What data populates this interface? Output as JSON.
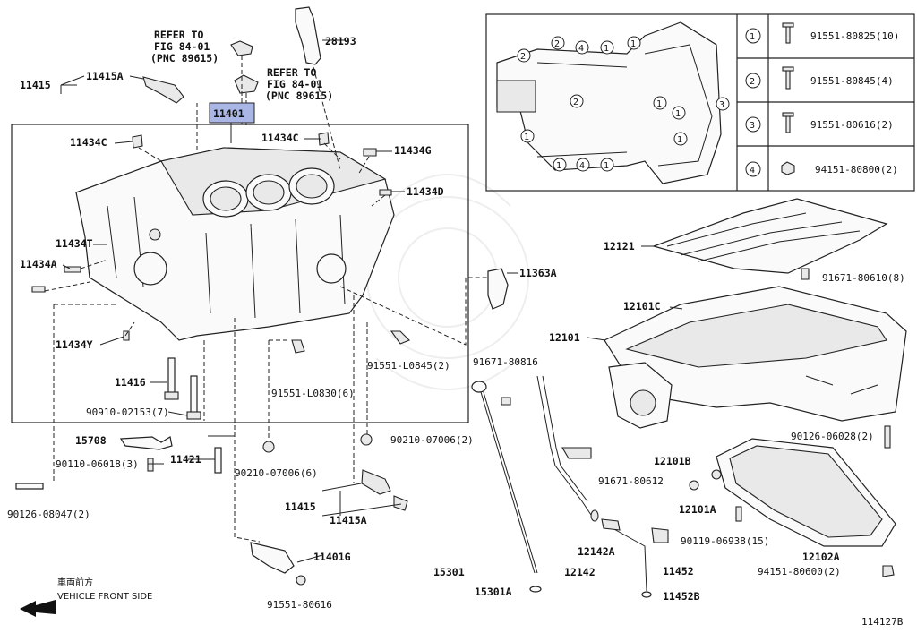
{
  "refer_upper": [
    "REFER TO",
    "FIG 84-01",
    "(PNC 89615)"
  ],
  "refer_lower": [
    "REFER TO",
    "FIG 84-01",
    "(PNC 89615)"
  ],
  "block_label": "11401",
  "labels": {
    "p28193": "28193",
    "p11415": "11415",
    "p11415A": "11415A",
    "p11434C_a": "11434C",
    "p11434C_b": "11434C",
    "p11434G": "11434G",
    "p11434D": "11434D",
    "p11434T": "11434T",
    "p11434A": "11434A",
    "p11434Y": "11434Y",
    "p11416": "11416",
    "p90910": "90910-02153(7)",
    "p91551L0830": "91551-L0830(6)",
    "p91551L0845": "91551-L0845(2)",
    "p11363A": "11363A",
    "p12121": "12121",
    "p91671_610": "91671-80610(8)",
    "p12101C": "12101C",
    "p12101": "12101",
    "p91671_816": "91671-80816",
    "p15708": "15708",
    "p90110": "90110-06018(3)",
    "p11421": "11421",
    "p90210_a": "90210-07006(6)",
    "p90210_b": "90210-07006(2)",
    "p90126_08047": "90126-08047(2)",
    "p11415_b": "11415",
    "p11415A_b": "11415A",
    "p11401G": "11401G",
    "p91551_80616": "91551-80616",
    "p15301": "15301",
    "p15301A": "15301A",
    "p12142": "12142",
    "p12142A": "12142A",
    "p11452": "11452",
    "p11452B": "11452B",
    "p91671_612": "91671-80612",
    "p12101B": "12101B",
    "p12101A": "12101A",
    "p90119": "90119-06938(15)",
    "p12102A": "12102A",
    "p94151_600": "94151-80600(2)",
    "p90126_06028": "90126-06028(2)"
  },
  "legend": [
    {
      "num": "1",
      "part": "91551-80825(10)"
    },
    {
      "num": "2",
      "part": "91551-80845(4)"
    },
    {
      "num": "3",
      "part": "91551-80616(2)"
    },
    {
      "num": "4",
      "part": "94151-80800(2)"
    }
  ],
  "direction": {
    "jp": "車両前方",
    "en": "VEHICLE FRONT SIDE"
  },
  "diagram_id": "114127B",
  "colors": {
    "highlight": "#a9b6e6",
    "line": "#222222"
  }
}
